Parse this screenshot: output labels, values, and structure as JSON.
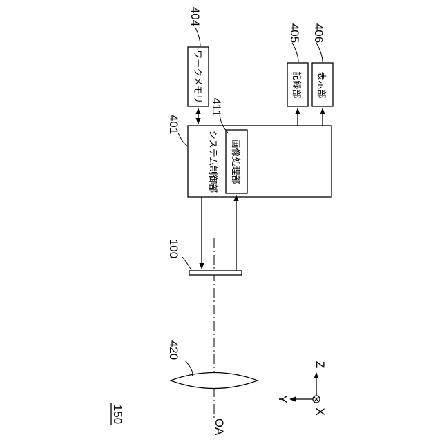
{
  "figure": {
    "figure_number": "150",
    "optical_axis_label": "OA",
    "lens": {
      "ref": "420"
    },
    "sensor": {
      "ref": "100"
    },
    "system_control": {
      "ref": "401",
      "label": "システム制御部"
    },
    "image_processing": {
      "ref": "411",
      "label": "画像処理部"
    },
    "work_memory": {
      "ref": "404",
      "label": "ワークメモリ"
    },
    "recording": {
      "ref": "405",
      "label": "記録部"
    },
    "display": {
      "ref": "406",
      "label": "表示部"
    },
    "axes": {
      "z": "Z",
      "y": "Y",
      "x": "X"
    }
  }
}
